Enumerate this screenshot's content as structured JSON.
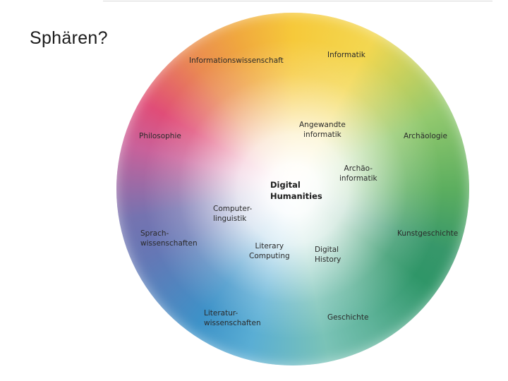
{
  "slide": {
    "title": "Sphären?"
  },
  "wheel": {
    "outer_labels": {
      "informationswissenschaft": "Informationswissenschaft",
      "informatik": "Informatik",
      "philosophie": "Philosophie",
      "archaeologie": "Archäologie",
      "sprachwissenschaften": "Sprach-\nwissenschaften",
      "kunstgeschichte": "Kunstgeschichte",
      "literaturwissenschaften": "Literatur-\nwissenschaften",
      "geschichte": "Geschichte"
    },
    "inner_labels": {
      "angewandte_informatik": "Angewandte\ninformatik",
      "archaeoinformatik": "Archäo-\ninformatik",
      "computerlinguistik": "Computer-\nlinguistik",
      "literary_computing": "Literary\nComputing",
      "digital_history": "Digital\nHistory"
    },
    "center_label": "Digital\nHumanities"
  }
}
